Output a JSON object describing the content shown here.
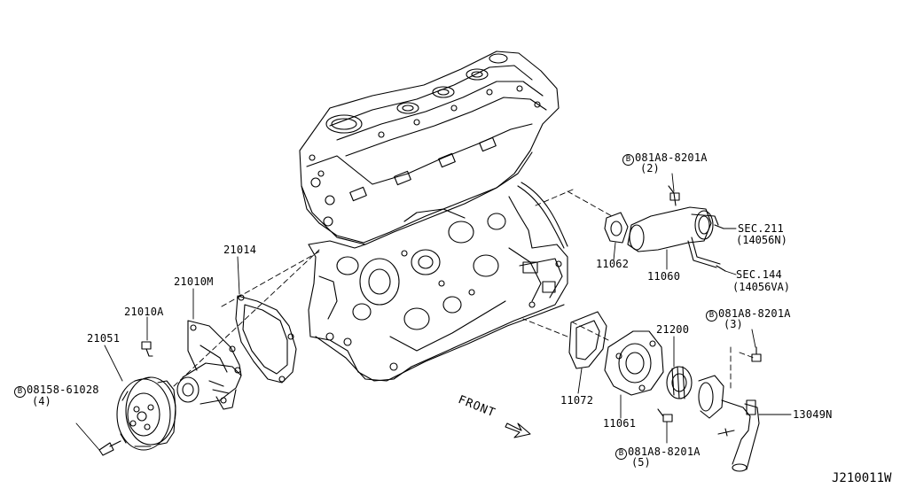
{
  "labels": {
    "l21014": "21014",
    "l21010M": "21010M",
    "l21010A": "21010A",
    "l21051": "21051",
    "l08158": "08158-61028",
    "l08158_qty": "(4)",
    "l08158_prefix": "B",
    "l11062": "11062",
    "l11060": "11060",
    "l081A8_top": "081A8-8201A",
    "l081A8_top_qty": "(2)",
    "l081A8_top_prefix": "B",
    "lsec211": "SEC.211",
    "lsec211_sub": "(14056N)",
    "lsec144": "SEC.144",
    "lsec144_sub": "(14056VA)",
    "l081A8_mid": "081A8-8201A",
    "l081A8_mid_qty": "(3)",
    "l081A8_mid_prefix": "B",
    "l21200": "21200",
    "l11072": "11072",
    "l11061": "11061",
    "l13049N": "13049N",
    "l081A8_bot": "081A8-8201A",
    "l081A8_bot_qty": "(5)",
    "l081A8_bot_prefix": "B",
    "front": "FRONT",
    "ref": "J210011W"
  },
  "colors": {
    "ink": "#000000",
    "paper": "#ffffff"
  }
}
